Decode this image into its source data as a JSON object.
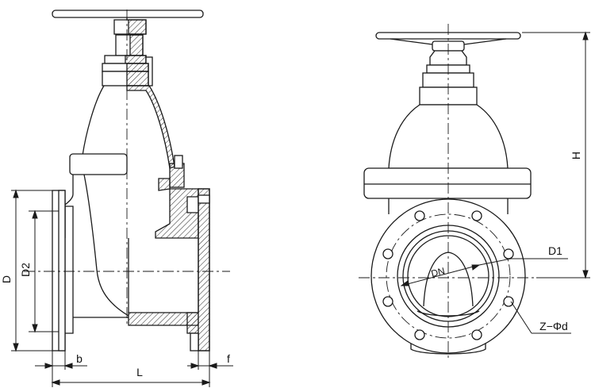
{
  "drawing": {
    "side_view": {
      "labels": {
        "D": "D",
        "D2": "D2",
        "b": "b",
        "L": "L",
        "f": "f"
      }
    },
    "front_view": {
      "labels": {
        "H": "H",
        "D1": "D1",
        "DN": "DN",
        "bolt_holes": "Z−Φd"
      }
    }
  }
}
